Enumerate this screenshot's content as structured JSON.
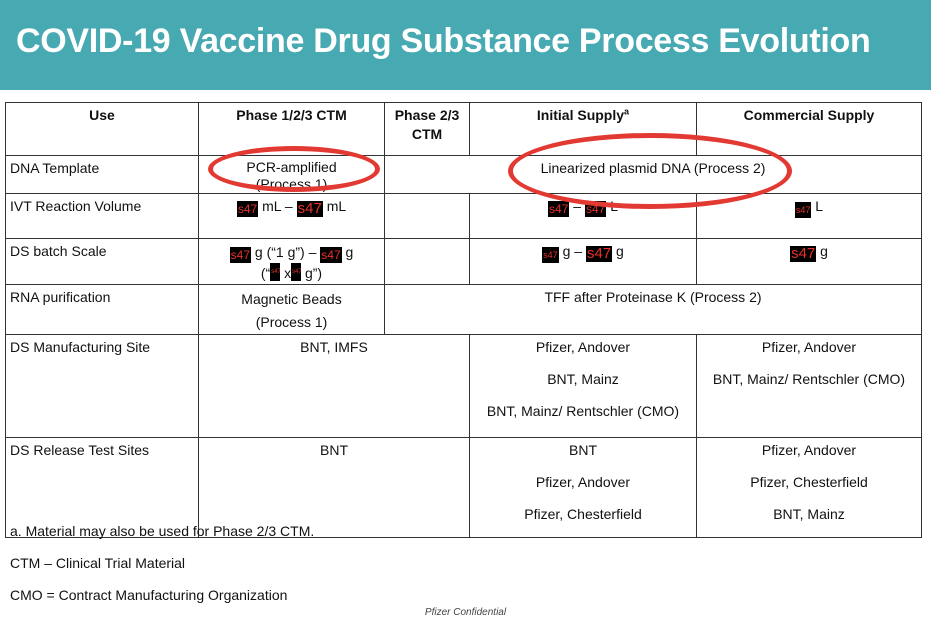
{
  "header": {
    "title": "COVID-19 Vaccine Drug Substance Process Evolution"
  },
  "table": {
    "headers": [
      "Use",
      "Phase 1/2/3 CTM",
      "Phase 2/3 CTM",
      "Initial Supply",
      "Commercial Supply"
    ],
    "initial_supply_sup": "a",
    "redaction_code": "s47",
    "rows": {
      "dna_template": {
        "label": "DNA Template",
        "phase123": [
          "PCR-amplified",
          "(Process 1)"
        ],
        "later": "Linearized plasmid DNA (Process 2)"
      },
      "ivt_volume": {
        "label": "IVT Reaction Volume",
        "phase123_unit1": "mL",
        "phase123_sep": "–",
        "phase123_unit2": "mL",
        "initial_sep": "–",
        "initial_unit": "L",
        "commercial_unit": "L"
      },
      "ds_batch_scale": {
        "label": "DS batch Scale",
        "phase123_line1_a": "g (“1 g”) –",
        "phase123_line1_b": "g",
        "phase123_line2_a": "(“",
        "phase123_line2_b": "x",
        "phase123_line2_c": "g”)",
        "initial_a": "g –",
        "initial_b": "g",
        "commercial": "g"
      },
      "rna_purification": {
        "label": "RNA purification",
        "phase123": [
          "Magnetic Beads",
          "(Process 1)"
        ],
        "later": "TFF after Proteinase K (Process 2)"
      },
      "ds_manufacturing_site": {
        "label": "DS Manufacturing Site",
        "ctm": "BNT, IMFS",
        "initial": [
          "Pfizer, Andover",
          "BNT, Mainz",
          "BNT, Mainz/ Rentschler (CMO)"
        ],
        "commercial": [
          "Pfizer, Andover",
          "BNT, Mainz/ Rentschler (CMO)"
        ]
      },
      "ds_release_test_sites": {
        "label": "DS Release Test Sites",
        "ctm": "BNT",
        "initial": [
          "BNT",
          "Pfizer, Andover",
          "Pfizer, Chesterfield"
        ],
        "commercial": [
          "Pfizer, Andover",
          "Pfizer, Chesterfield",
          "BNT, Mainz"
        ]
      }
    }
  },
  "footnotes": [
    "a.  Material may also be used for Phase 2/3 CTM.",
    "CTM – Clinical Trial Material",
    "CMO = Contract Manufacturing Organization"
  ],
  "confidential": "Pfizer Confidential",
  "colors": {
    "banner": "#47a9b2",
    "annotation_oval": "#e23a33",
    "redaction_text": "#e8312a"
  }
}
